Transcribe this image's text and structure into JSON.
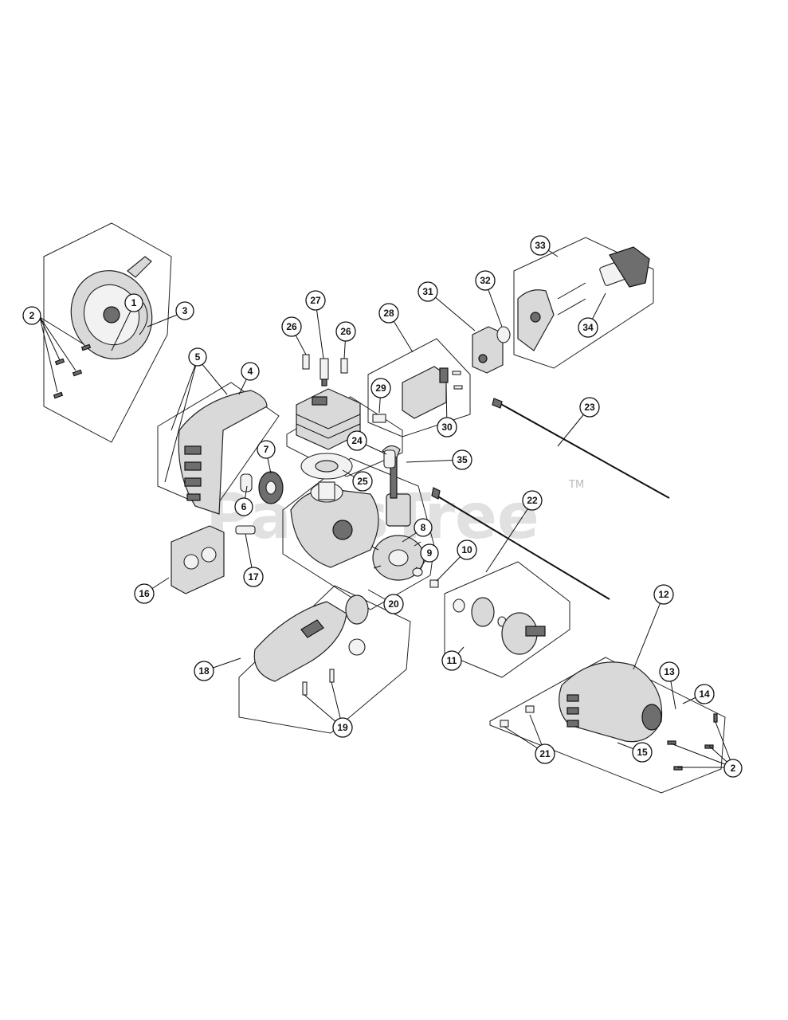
{
  "watermark": {
    "brand": "PartsTree",
    "trademark": "TM"
  },
  "callouts": {
    "c1": "1",
    "c2a": "2",
    "c2b": "2",
    "c3": "3",
    "c4": "4",
    "c5": "5",
    "c6": "6",
    "c7": "7",
    "c8": "8",
    "c9": "9",
    "c10": "10",
    "c11": "11",
    "c12": "12",
    "c13": "13",
    "c14": "14",
    "c15": "15",
    "c16": "16",
    "c17": "17",
    "c18": "18",
    "c19": "19",
    "c20": "20",
    "c21": "21",
    "c22": "22",
    "c23": "23",
    "c24": "24",
    "c25": "25",
    "c26a": "26",
    "c26b": "26",
    "c27": "27",
    "c28": "28",
    "c29": "29",
    "c30": "30",
    "c31": "31",
    "c32": "32",
    "c33": "33",
    "c34": "34",
    "c35": "35"
  }
}
